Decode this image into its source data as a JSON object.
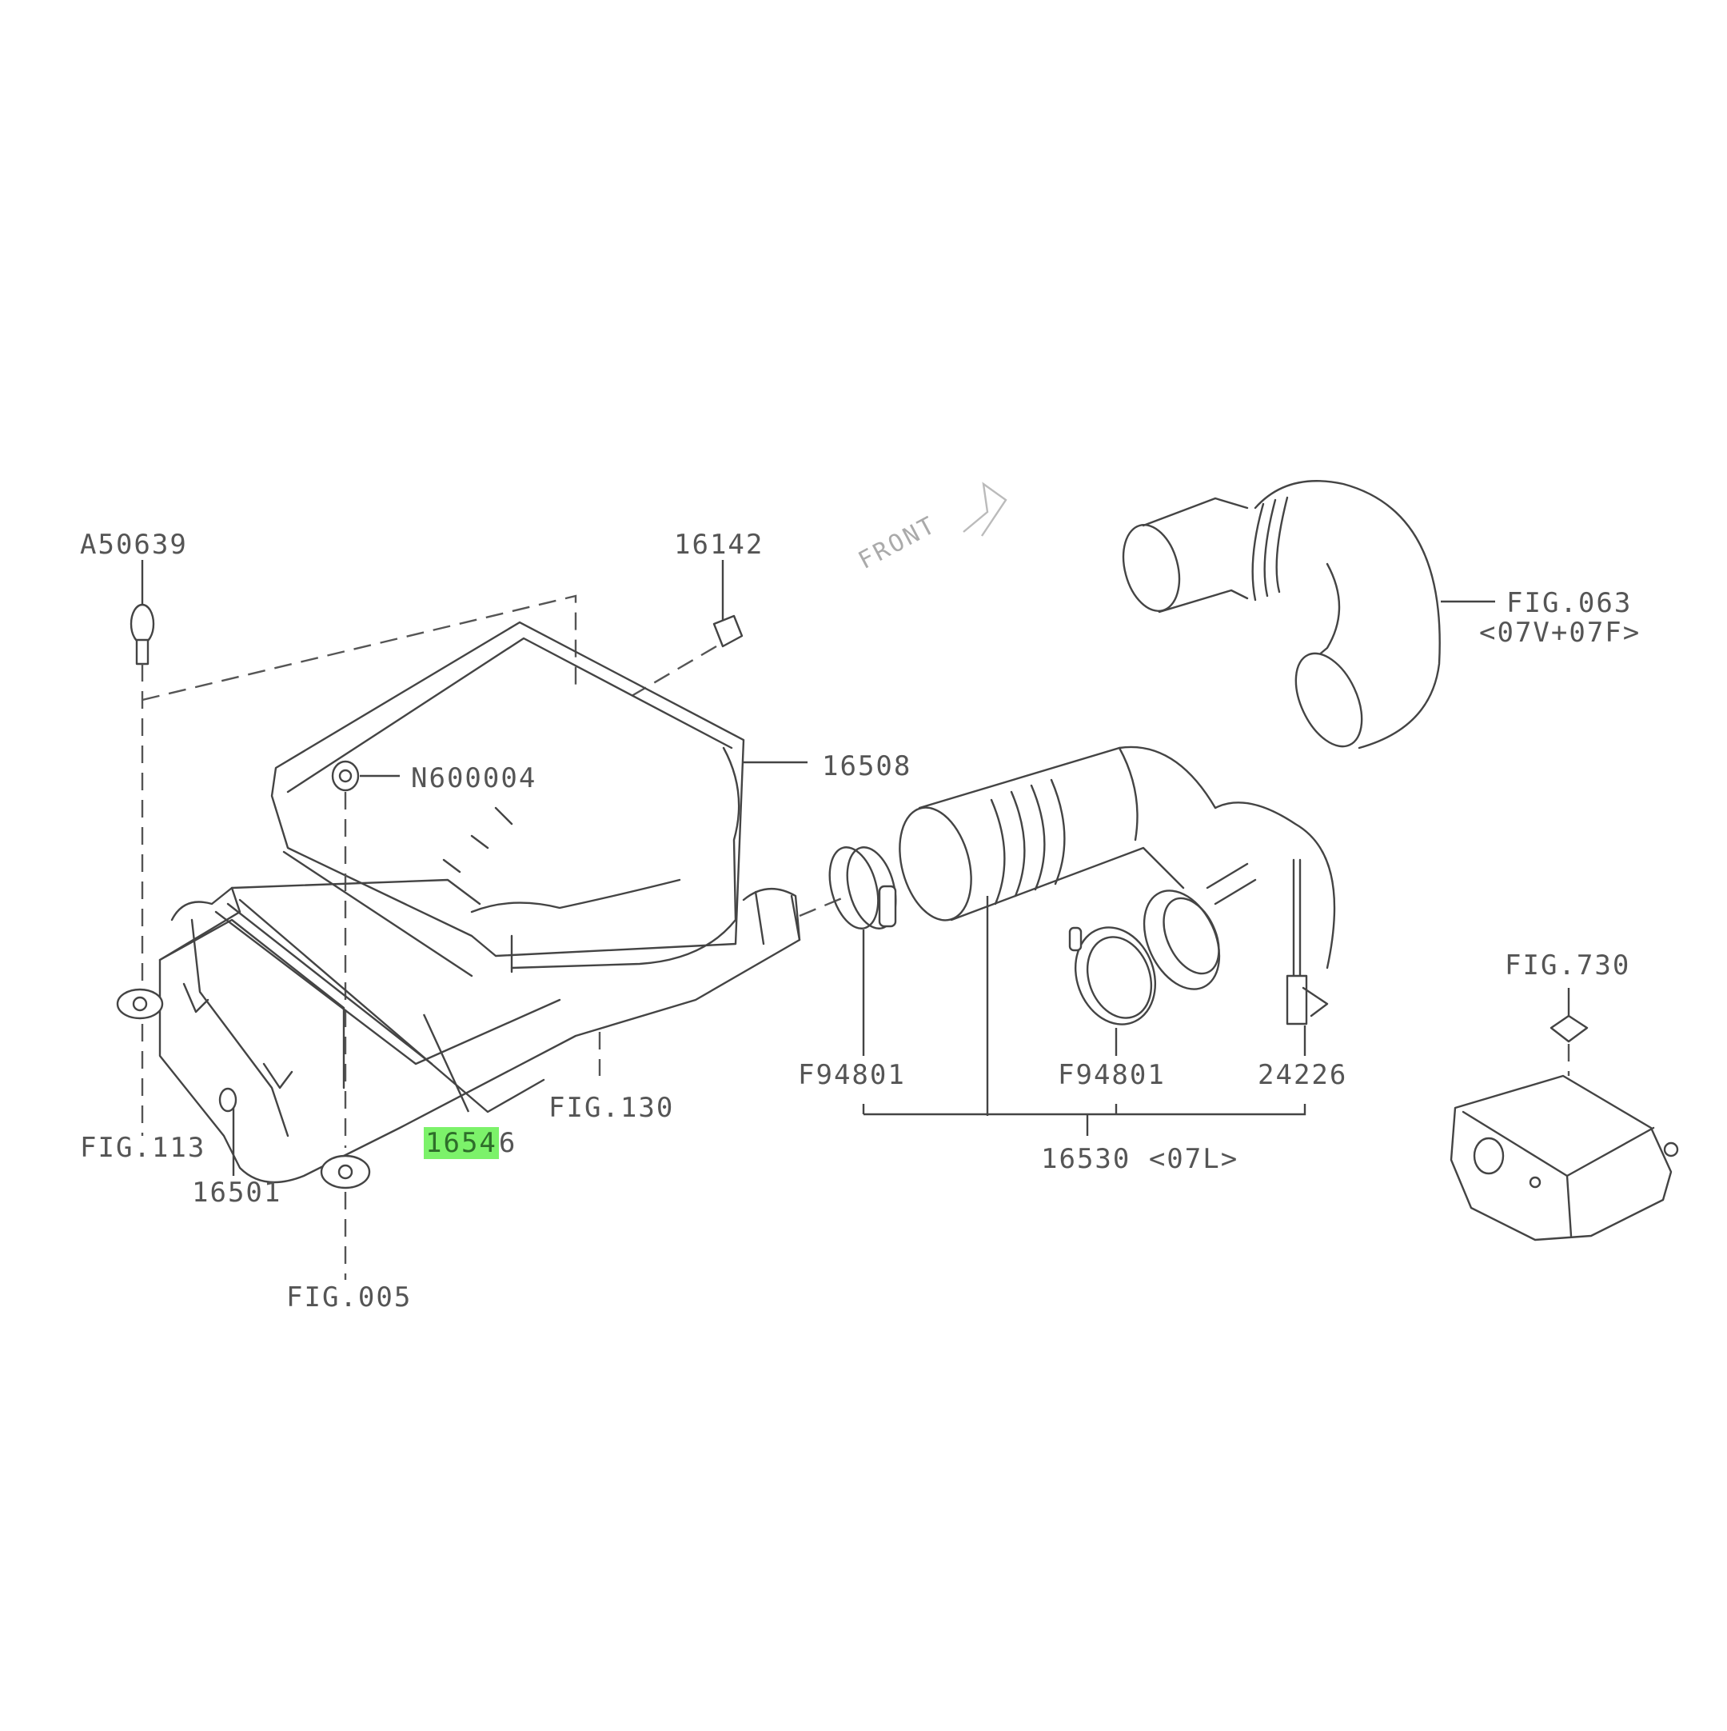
{
  "diagram": {
    "type": "exploded parts diagram",
    "orientation_label": "FRONT",
    "highlight_color": "#7cf26a",
    "highlighted_part": "16546"
  },
  "labels": {
    "a50639": "A50639",
    "p16142": "16142",
    "n600004": "N600004",
    "p16508": "16508",
    "fig063": "FIG.063",
    "fig063_variant": "<07V+07F>",
    "fig113": "FIG.113",
    "p16501": "16501",
    "fig005": "FIG.005",
    "p16546_hl": "1654",
    "p16546_tail": "6",
    "fig130": "FIG.130",
    "f94801_a": "F94801",
    "f94801_b": "F94801",
    "p24226": "24226",
    "p16530": "16530 <07L>",
    "fig730": "FIG.730"
  },
  "parts": [
    {
      "id": "A50639",
      "desc": "bolt"
    },
    {
      "id": "16142",
      "desc": "plug"
    },
    {
      "id": "N600004",
      "desc": "nut"
    },
    {
      "id": "16508",
      "desc": "air cleaner cover"
    },
    {
      "id": "16546",
      "desc": "air filter element",
      "highlighted": true
    },
    {
      "id": "16501",
      "desc": "air cleaner case"
    },
    {
      "id": "16530",
      "variant": "<07L>",
      "desc": "intake duct assembly"
    },
    {
      "id": "F94801",
      "desc": "hose clamp",
      "count": 2
    },
    {
      "id": "24226",
      "desc": "clip"
    }
  ],
  "figure_refs": [
    "FIG.063 <07V+07F>",
    "FIG.113",
    "FIG.005",
    "FIG.130",
    "FIG.730"
  ]
}
